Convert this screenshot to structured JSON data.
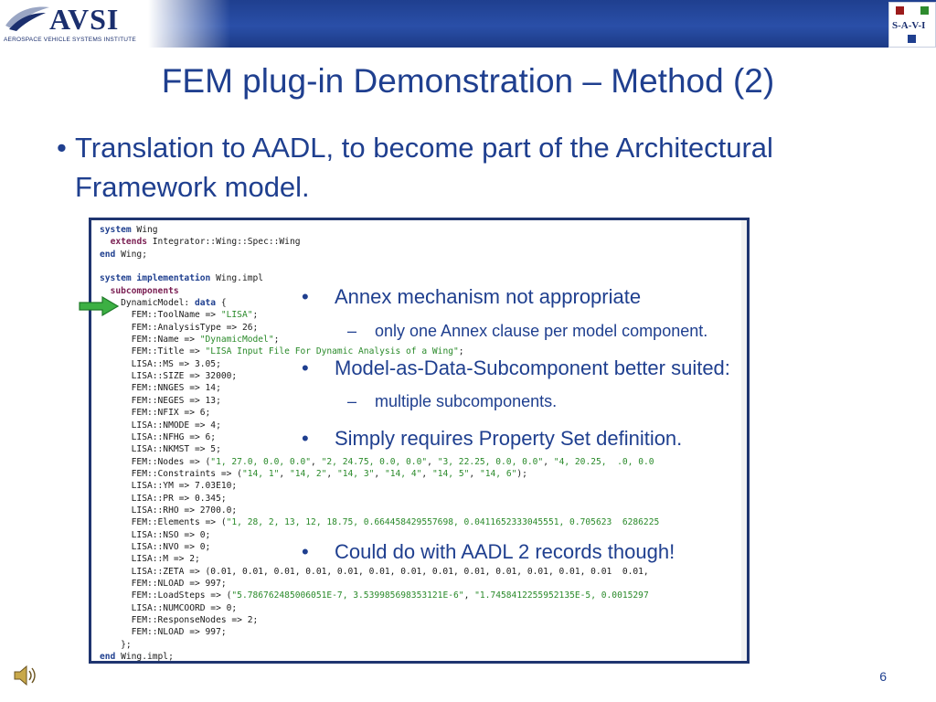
{
  "header": {
    "logo_wordmark": "AVSI",
    "logo_tagline": "AEROSPACE VEHICLE SYSTEMS INSTITUTE",
    "savi_logo_text": "S-A-V-I"
  },
  "slide": {
    "title": "FEM plug-in Demonstration – Method (2)",
    "main_bullet": "Translation to AADL, to become part of the Architectural Framework model.",
    "bullet_glyph": "•",
    "dash_glyph": "–",
    "page_number": "6"
  },
  "code_lines": [
    [
      {
        "t": "system",
        "c": "kw2"
      },
      {
        "t": " Wing"
      }
    ],
    [
      {
        "t": "  "
      },
      {
        "t": "extends",
        "c": "kw"
      },
      {
        "t": " Integrator::Wing::Spec::Wing"
      }
    ],
    [
      {
        "t": "end",
        "c": "kw2"
      },
      {
        "t": " Wing;"
      }
    ],
    [
      {
        "t": ""
      }
    ],
    [
      {
        "t": "system implementation",
        "c": "kw2"
      },
      {
        "t": " Wing.impl"
      }
    ],
    [
      {
        "t": "  "
      },
      {
        "t": "subcomponents",
        "c": "kw"
      }
    ],
    [
      {
        "t": "    DynamicModel: "
      },
      {
        "t": "data",
        "c": "kw2"
      },
      {
        "t": " {"
      }
    ],
    [
      {
        "t": "      FEM::ToolName => "
      },
      {
        "t": "\"LISA\"",
        "c": "str"
      },
      {
        "t": ";"
      }
    ],
    [
      {
        "t": "      FEM::AnalysisType => 26;"
      }
    ],
    [
      {
        "t": "      FEM::Name => "
      },
      {
        "t": "\"DynamicModel\"",
        "c": "str"
      },
      {
        "t": ";"
      }
    ],
    [
      {
        "t": "      FEM::Title => "
      },
      {
        "t": "\"LISA Input File For Dynamic Analysis of a Wing\"",
        "c": "str"
      },
      {
        "t": ";"
      }
    ],
    [
      {
        "t": "      LISA::MS => 3.05;"
      }
    ],
    [
      {
        "t": "      LISA::SIZE => 32000;"
      }
    ],
    [
      {
        "t": "      FEM::NNGES => 14;"
      }
    ],
    [
      {
        "t": "      FEM::NEGES => 13;"
      }
    ],
    [
      {
        "t": "      FEM::NFIX => 6;"
      }
    ],
    [
      {
        "t": "      LISA::NMODE => 4;"
      }
    ],
    [
      {
        "t": "      LISA::NFHG => 6;"
      }
    ],
    [
      {
        "t": "      LISA::NKMST => 5;"
      }
    ],
    [
      {
        "t": "      FEM::Nodes => ("
      },
      {
        "t": "\"1, 27.0, 0.0, 0.0\"",
        "c": "str"
      },
      {
        "t": ", "
      },
      {
        "t": "\"2, 24.75, 0.0, 0.0\"",
        "c": "str"
      },
      {
        "t": ", "
      },
      {
        "t": "\"3, 22.25, 0.0, 0.0\"",
        "c": "str"
      },
      {
        "t": ", "
      },
      {
        "t": "\"4, 20.25,  .0, 0.0",
        "c": "str"
      }
    ],
    [
      {
        "t": "      FEM::Constraints => ("
      },
      {
        "t": "\"14, 1\"",
        "c": "str"
      },
      {
        "t": ", "
      },
      {
        "t": "\"14, 2\"",
        "c": "str"
      },
      {
        "t": ", "
      },
      {
        "t": "\"14, 3\"",
        "c": "str"
      },
      {
        "t": ", "
      },
      {
        "t": "\"14, 4\"",
        "c": "str"
      },
      {
        "t": ", "
      },
      {
        "t": "\"14, 5\"",
        "c": "str"
      },
      {
        "t": ", "
      },
      {
        "t": "\"14, 6\"",
        "c": "str"
      },
      {
        "t": ");"
      }
    ],
    [
      {
        "t": "      LISA::YM => 7.03E10;"
      }
    ],
    [
      {
        "t": "      LISA::PR => 0.345;"
      }
    ],
    [
      {
        "t": "      LISA::RHO => 2700.0;"
      }
    ],
    [
      {
        "t": "      FEM::Elements => ("
      },
      {
        "t": "\"1, 28, 2, 13, 12, 18.75, 0.664458429557698, 0.0411652333045551, 0.705623  6286225",
        "c": "str"
      }
    ],
    [
      {
        "t": "      LISA::NSO => 0;"
      }
    ],
    [
      {
        "t": "      LISA::NVO => 0;"
      }
    ],
    [
      {
        "t": "      LISA::M => 2;"
      }
    ],
    [
      {
        "t": "      LISA::ZETA => (0.01, 0.01, 0.01, 0.01, 0.01, 0.01, 0.01, 0.01, 0.01, 0.01, 0.01, 0.01, 0.01  0.01,"
      }
    ],
    [
      {
        "t": "      FEM::NLOAD => 997;"
      }
    ],
    [
      {
        "t": "      FEM::LoadSteps => ("
      },
      {
        "t": "\"5.786762485006051E-7, 3.539985698353121E-6\"",
        "c": "str"
      },
      {
        "t": ", "
      },
      {
        "t": "\"1.7458412255952135E-5, 0.0015297",
        "c": "str"
      }
    ],
    [
      {
        "t": "      LISA::NUMCOORD => 0;"
      }
    ],
    [
      {
        "t": "      FEM::ResponseNodes => 2;"
      }
    ],
    [
      {
        "t": "      FEM::NLOAD => 997;"
      }
    ],
    [
      {
        "t": "    };"
      }
    ],
    [
      {
        "t": "end",
        "c": "kw2"
      },
      {
        "t": " Wing.impl;"
      }
    ]
  ],
  "overlay_bullets": [
    {
      "level": 1,
      "text": "Annex mechanism not appropriate"
    },
    {
      "level": 2,
      "text": "only one Annex clause per model component."
    },
    {
      "level": 1,
      "text": "Model-as-Data-Subcomponent better suited:"
    },
    {
      "level": 2,
      "text": "multiple subcomponents."
    },
    {
      "level": 1,
      "text": "Simply requires Property Set definition."
    },
    {
      "level": 1,
      "text": "Could do with AADL 2 records though!"
    }
  ],
  "colors": {
    "header_blue": "#1f3f8f",
    "keyword_purple": "#7a1e52",
    "string_green": "#2a8a2a",
    "arrow_green": "#3cb043"
  },
  "icons": {
    "speaker": "speaker-icon",
    "arrow": "right-arrow-icon",
    "logo_swoosh": "avsi-swoosh-icon"
  }
}
